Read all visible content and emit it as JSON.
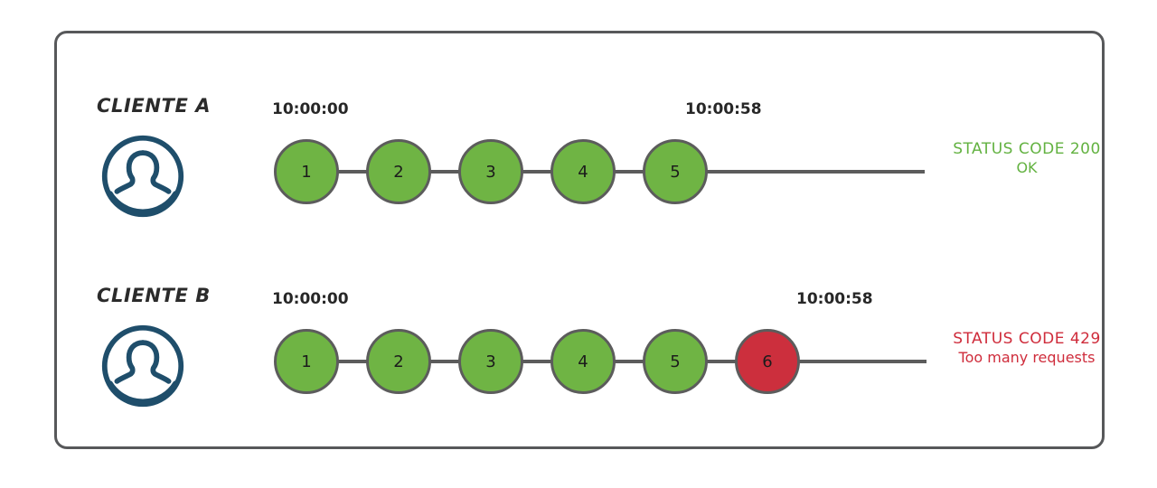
{
  "diagram": {
    "title": "rate-limiting-request-sequence",
    "background": "#ffffff",
    "frame_color": "#57585a",
    "colors": {
      "node_ok": "#6fb444",
      "node_fail": "#cc2f3d",
      "node_border": "#5c5c5c",
      "connector": "#5c5c5c",
      "avatar": "#1f4e6b",
      "status_ok_text": "#63b241",
      "status_fail_text": "#cf2c3b",
      "label_text": "#2b2b2b",
      "timestamp_text": "#272727"
    },
    "rows": [
      {
        "id": "client-a",
        "label": "CLIENTE A",
        "avatar_icon": "user-avatar-icon",
        "timestamp_start": "10:00:00",
        "timestamp_end": "10:00:58",
        "nodes": [
          {
            "number": "1",
            "state": "ok"
          },
          {
            "number": "2",
            "state": "ok"
          },
          {
            "number": "3",
            "state": "ok"
          },
          {
            "number": "4",
            "state": "ok"
          },
          {
            "number": "5",
            "state": "ok"
          }
        ],
        "status_code": "STATUS CODE 200",
        "status_desc": "OK"
      },
      {
        "id": "client-b",
        "label": "CLIENTE B",
        "avatar_icon": "user-avatar-icon",
        "timestamp_start": "10:00:00",
        "timestamp_end": "10:00:58",
        "nodes": [
          {
            "number": "1",
            "state": "ok"
          },
          {
            "number": "2",
            "state": "ok"
          },
          {
            "number": "3",
            "state": "ok"
          },
          {
            "number": "4",
            "state": "ok"
          },
          {
            "number": "5",
            "state": "ok"
          },
          {
            "number": "6",
            "state": "fail"
          }
        ],
        "status_code": "STATUS CODE 429",
        "status_desc": "Too many requests"
      }
    ]
  }
}
